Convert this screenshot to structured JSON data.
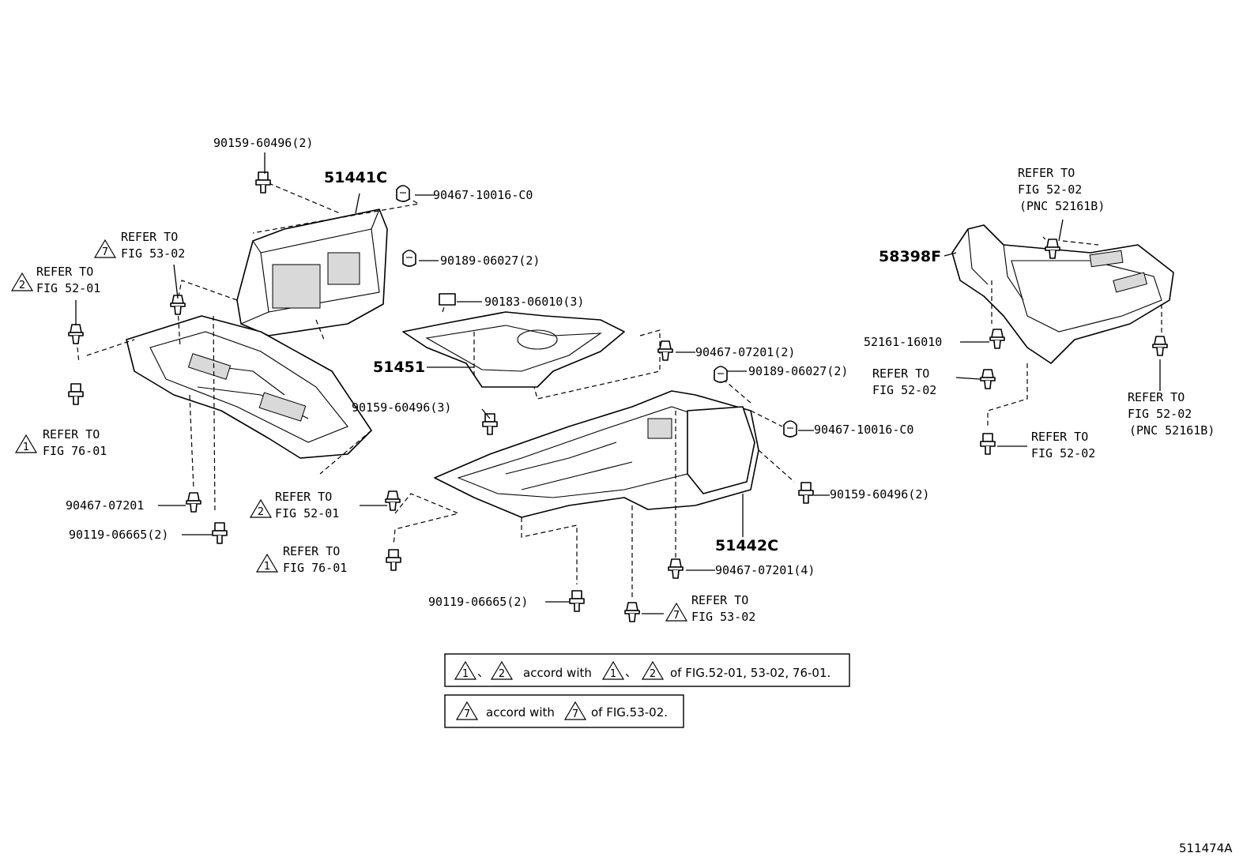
{
  "parts": {
    "p51441c": "51441C",
    "p51451": "51451",
    "p51442c": "51442C",
    "p58398f": "58398F",
    "a": "90159-60496(2)",
    "b": "90467-10016-C0",
    "c": "90189-06027(2)",
    "d": "90183-06010(3)",
    "e": "90467-07201(2)",
    "f": "90189-06027(2)",
    "g": "90159-60496(3)",
    "h": "90467-10016-C0",
    "i": "90159-60496(2)",
    "j": "90467-07201",
    "k": "90119-06665(2)",
    "l": "90467-07201(4)",
    "m": "90119-06665(2)",
    "n": "52161-16010"
  },
  "refs": {
    "r1": {
      "num": "7",
      "line1": "REFER TO",
      "line2": "FIG 53-02"
    },
    "r2": {
      "num": "2",
      "line1": "REFER TO",
      "line2": "FIG 52-01"
    },
    "r3": {
      "num": "1",
      "line1": "REFER TO",
      "line2": "FIG 76-01"
    },
    "r4": {
      "num": "2",
      "line1": "REFER TO",
      "line2": "FIG 52-01"
    },
    "r5": {
      "num": "1",
      "line1": "REFER TO",
      "line2": "FIG 76-01"
    },
    "r6": {
      "num": "7",
      "line1": "REFER TO",
      "line2": "FIG 53-02"
    },
    "r7": {
      "line1": "REFER TO",
      "line2": "FIG 52-02",
      "line3": "(PNC 52161B)"
    },
    "r8": {
      "line1": "REFER TO",
      "line2": "FIG 52-02"
    },
    "r9": {
      "line1": "REFER TO",
      "line2": "FIG 52-02",
      "line3": "(PNC 52161B)"
    },
    "r10": {
      "line1": "REFER TO",
      "line2": "FIG 52-02"
    }
  },
  "notes": {
    "n1": {
      "t1": "1",
      "sep": "、",
      "t2": "2",
      "accord": "accord with",
      "t3": "1",
      "sep2": "、",
      "t4": "2",
      "tail": "of FIG.52-01, 53-02, 76-01."
    },
    "n2": {
      "t1": "7",
      "accord": "accord with",
      "t2": "7",
      "tail": "of FIG.53-02."
    }
  },
  "figure_id": "511474A"
}
